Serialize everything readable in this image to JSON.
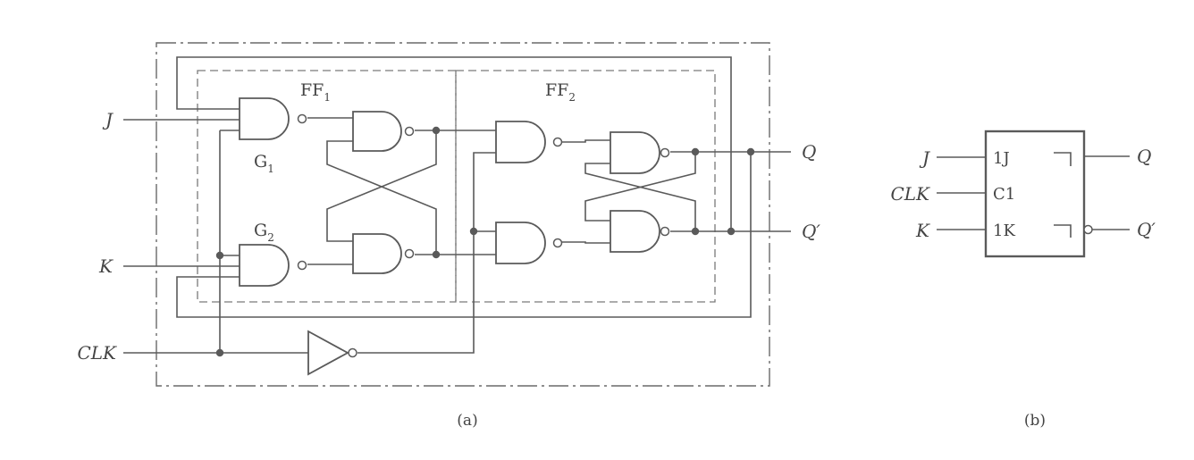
{
  "diagram_a": {
    "inputs": {
      "j": "J",
      "k": "K",
      "clk": "CLK"
    },
    "outputs": {
      "q": "Q",
      "qn": "Q′"
    },
    "blocks": {
      "ff1": "FF",
      "ff1_sub": "1",
      "ff2": "FF",
      "ff2_sub": "2"
    },
    "gates": {
      "g1": "G",
      "g1_sub": "1",
      "g2": "G",
      "g2_sub": "2"
    },
    "caption": "(a)"
  },
  "diagram_b": {
    "inputs": {
      "j": "J",
      "clk": "CLK",
      "k": "K"
    },
    "pins": {
      "j": "1J",
      "clk": "C1",
      "k": "1K"
    },
    "outputs": {
      "q": "Q",
      "qn": "Q′"
    },
    "caption": "(b)"
  },
  "colors": {
    "line": "#5a5a5a",
    "text": "#444444"
  }
}
